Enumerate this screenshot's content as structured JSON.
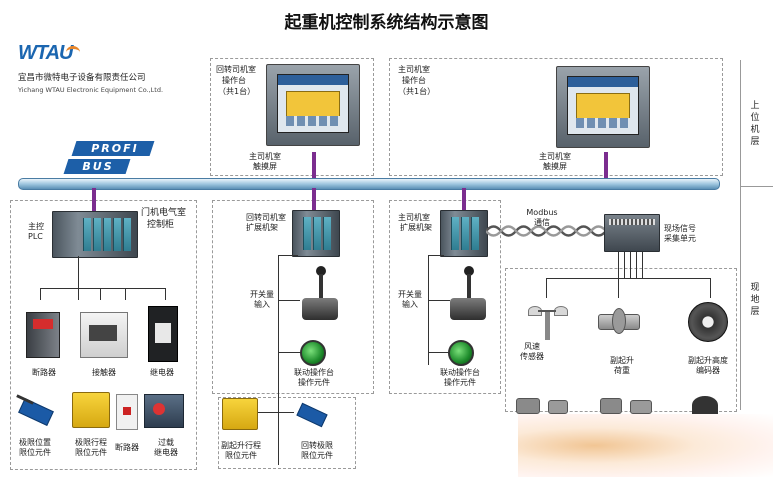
{
  "title": "起重机控制系统结构示意图",
  "logo": {
    "brand": "WTAU",
    "company_cn": "宜昌市微特电子设备有限责任公司",
    "company_en": "Yichang WTAU Electronic Equipment Co.,Ltd."
  },
  "profibus": {
    "line1": "PROFI",
    "line2": "BUS"
  },
  "layers": {
    "upper": "上位机层",
    "field": "现地层"
  },
  "rotary_console": {
    "title_lines": [
      "回转司机室",
      "操作台",
      "（共1台）"
    ],
    "screen_label": [
      "主司机室",
      "触摸屏"
    ]
  },
  "main_console": {
    "title_lines": [
      "主司机室",
      "操作台",
      "（共1台）"
    ],
    "screen_label": [
      "主司机室",
      "触摸屏"
    ]
  },
  "door_cabinet": {
    "title": [
      "门机电气室",
      "控制柜"
    ],
    "plc_label": [
      "主控",
      "PLC"
    ],
    "row1": [
      {
        "name": "breaker",
        "label": [
          "断路器"
        ]
      },
      {
        "name": "contactor",
        "label": [
          "接触器"
        ]
      },
      {
        "name": "relay",
        "label": [
          "继电器"
        ]
      }
    ],
    "row2": [
      {
        "name": "limit-position",
        "label": [
          "极限位置",
          "限位元件"
        ]
      },
      {
        "name": "limit-travel",
        "label": [
          "极限行程",
          "限位元件"
        ]
      },
      {
        "name": "breaker2",
        "label": [
          "断路器"
        ]
      },
      {
        "name": "overload-relay",
        "label": [
          "过载",
          "继电器"
        ]
      }
    ]
  },
  "rotary_rack": {
    "label": [
      "回转司机室",
      "扩展机架"
    ],
    "switch_label": [
      "开关量",
      "输入"
    ],
    "console_label": [
      "联动操作台",
      "操作元件"
    ],
    "bottom": [
      {
        "name": "aux-hoist-limit",
        "label": [
          "副起升行程",
          "限位元件"
        ]
      },
      {
        "name": "slew-limit",
        "label": [
          "回转极限",
          "限位元件"
        ]
      }
    ]
  },
  "main_rack": {
    "label": [
      "主司机室",
      "扩展机架"
    ],
    "switch_label": [
      "开关量",
      "输入"
    ],
    "console_label": [
      "联动操作台",
      "操作元件"
    ]
  },
  "modbus": {
    "label": [
      "Modbus",
      "通信"
    ]
  },
  "field_unit": {
    "label": [
      "现场信号",
      "采集单元"
    ],
    "sensors": [
      {
        "name": "wind-sensor",
        "label": [
          "风速",
          "传感器"
        ]
      },
      {
        "name": "aux-load",
        "label": [
          "副起升",
          "荷重"
        ]
      },
      {
        "name": "aux-encoder",
        "label": [
          "副起升高度",
          "编码器"
        ]
      }
    ]
  }
}
